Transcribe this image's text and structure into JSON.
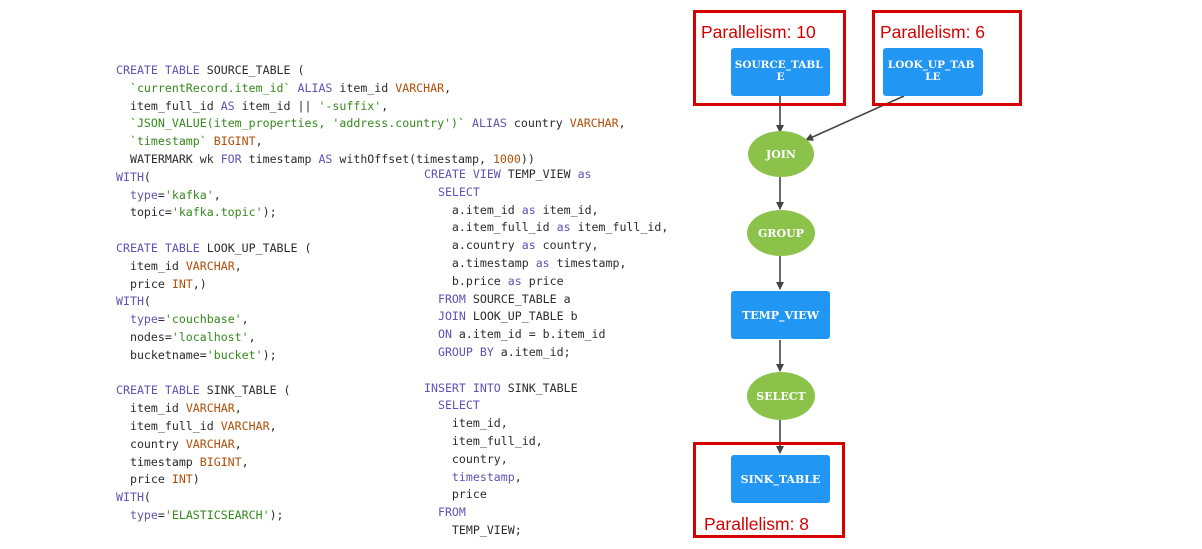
{
  "colors": {
    "keyword": "#5c52b8",
    "type": "#b24d08",
    "string": "#35891c",
    "number": "#b24d08",
    "plain": "#2b2b2b",
    "table_node": "#2196f3",
    "op_node": "#8bc34a",
    "highlight_border": "#d50000",
    "edge": "#444444"
  },
  "code_left": [
    [
      [
        "kw",
        "CREATE TABLE "
      ],
      [
        "pl",
        "SOURCE_TABLE ("
      ]
    ],
    [
      [
        "pl",
        "  "
      ],
      [
        "st",
        "`currentRecord.item_id`"
      ],
      [
        "pl",
        " "
      ],
      [
        "kw",
        "ALIAS"
      ],
      [
        "pl",
        " item_id "
      ],
      [
        "ty",
        "VARCHAR"
      ],
      [
        "pl",
        ","
      ]
    ],
    [
      [
        "pl",
        "  item_full_id "
      ],
      [
        "kw",
        "AS"
      ],
      [
        "pl",
        " item_id || "
      ],
      [
        "st",
        "'-suffix'"
      ],
      [
        "pl",
        ","
      ]
    ],
    [
      [
        "pl",
        "  "
      ],
      [
        "st",
        "`JSON_VALUE(item_properties, 'address.country')`"
      ],
      [
        "pl",
        " "
      ],
      [
        "kw",
        "ALIAS"
      ],
      [
        "pl",
        " country "
      ],
      [
        "ty",
        "VARCHAR"
      ],
      [
        "pl",
        ","
      ]
    ],
    [
      [
        "pl",
        "  "
      ],
      [
        "st",
        "`timestamp`"
      ],
      [
        "pl",
        " "
      ],
      [
        "ty",
        "BIGINT"
      ],
      [
        "pl",
        ","
      ]
    ],
    [
      [
        "pl",
        "  WATERMARK wk "
      ],
      [
        "kw",
        "FOR"
      ],
      [
        "pl",
        " timestamp "
      ],
      [
        "kw",
        "AS"
      ],
      [
        "pl",
        " withOffset(timestamp, "
      ],
      [
        "nm",
        "1000"
      ],
      [
        "pl",
        "))"
      ]
    ],
    [
      [
        "kw",
        "WITH"
      ],
      [
        "pl",
        "("
      ]
    ],
    [
      [
        "pl",
        "  "
      ],
      [
        "kw",
        "type"
      ],
      [
        "pl",
        "="
      ],
      [
        "st",
        "'kafka'"
      ],
      [
        "pl",
        ","
      ]
    ],
    [
      [
        "pl",
        "  topic="
      ],
      [
        "st",
        "'kafka.topic'"
      ],
      [
        "pl",
        ");"
      ]
    ],
    [],
    [
      [
        "kw",
        "CREATE TABLE "
      ],
      [
        "pl",
        "LOOK_UP_TABLE ("
      ]
    ],
    [
      [
        "pl",
        "  item_id "
      ],
      [
        "ty",
        "VARCHAR"
      ],
      [
        "pl",
        ","
      ]
    ],
    [
      [
        "pl",
        "  price "
      ],
      [
        "ty",
        "INT"
      ],
      [
        "pl",
        ",)"
      ]
    ],
    [
      [
        "kw",
        "WITH"
      ],
      [
        "pl",
        "("
      ]
    ],
    [
      [
        "pl",
        "  "
      ],
      [
        "kw",
        "type"
      ],
      [
        "pl",
        "="
      ],
      [
        "st",
        "'couchbase'"
      ],
      [
        "pl",
        ","
      ]
    ],
    [
      [
        "pl",
        "  nodes="
      ],
      [
        "st",
        "'localhost'"
      ],
      [
        "pl",
        ","
      ]
    ],
    [
      [
        "pl",
        "  bucketname="
      ],
      [
        "st",
        "'bucket'"
      ],
      [
        "pl",
        ");"
      ]
    ],
    [],
    [
      [
        "kw",
        "CREATE TABLE "
      ],
      [
        "pl",
        "SINK_TABLE ("
      ]
    ],
    [
      [
        "pl",
        "  item_id "
      ],
      [
        "ty",
        "VARCHAR"
      ],
      [
        "pl",
        ","
      ]
    ],
    [
      [
        "pl",
        "  item_full_id "
      ],
      [
        "ty",
        "VARCHAR"
      ],
      [
        "pl",
        ","
      ]
    ],
    [
      [
        "pl",
        "  country "
      ],
      [
        "ty",
        "VARCHAR"
      ],
      [
        "pl",
        ","
      ]
    ],
    [
      [
        "pl",
        "  timestamp "
      ],
      [
        "ty",
        "BIGINT"
      ],
      [
        "pl",
        ","
      ]
    ],
    [
      [
        "pl",
        "  price "
      ],
      [
        "ty",
        "INT"
      ],
      [
        "pl",
        ")"
      ]
    ],
    [
      [
        "kw",
        "WITH"
      ],
      [
        "pl",
        "("
      ]
    ],
    [
      [
        "pl",
        "  "
      ],
      [
        "kw",
        "type"
      ],
      [
        "pl",
        "="
      ],
      [
        "st",
        "'ELASTICSEARCH'"
      ],
      [
        "pl",
        ");"
      ]
    ]
  ],
  "code_right": [
    [
      [
        "kw",
        "CREATE VIEW "
      ],
      [
        "pl",
        "TEMP_VIEW "
      ],
      [
        "kw",
        "as"
      ]
    ],
    [
      [
        "pl",
        "  "
      ],
      [
        "kw",
        "SELECT"
      ]
    ],
    [
      [
        "pl",
        "    a.item_id "
      ],
      [
        "kw",
        "as"
      ],
      [
        "pl",
        " item_id,"
      ]
    ],
    [
      [
        "pl",
        "    a.item_full_id "
      ],
      [
        "kw",
        "as"
      ],
      [
        "pl",
        " item_full_id,"
      ]
    ],
    [
      [
        "pl",
        "    a.country "
      ],
      [
        "kw",
        "as"
      ],
      [
        "pl",
        " country,"
      ]
    ],
    [
      [
        "pl",
        "    a.timestamp "
      ],
      [
        "kw",
        "as"
      ],
      [
        "pl",
        " timestamp,"
      ]
    ],
    [
      [
        "pl",
        "    b.price "
      ],
      [
        "kw",
        "as"
      ],
      [
        "pl",
        " price"
      ]
    ],
    [
      [
        "pl",
        "  "
      ],
      [
        "kw",
        "FROM"
      ],
      [
        "pl",
        " SOURCE_TABLE a"
      ]
    ],
    [
      [
        "pl",
        "  "
      ],
      [
        "kw",
        "JOIN"
      ],
      [
        "pl",
        " LOOK_UP_TABLE b"
      ]
    ],
    [
      [
        "pl",
        "  "
      ],
      [
        "kw",
        "ON"
      ],
      [
        "pl",
        " a.item_id = b.item_id"
      ]
    ],
    [
      [
        "pl",
        "  "
      ],
      [
        "kw",
        "GROUP BY"
      ],
      [
        "pl",
        " a.item_id;"
      ]
    ],
    [],
    [
      [
        "kw",
        "INSERT INTO "
      ],
      [
        "pl",
        "SINK_TABLE"
      ]
    ],
    [
      [
        "pl",
        "  "
      ],
      [
        "kw",
        "SELECT"
      ]
    ],
    [
      [
        "pl",
        "    item_id,"
      ]
    ],
    [
      [
        "pl",
        "    item_full_id,"
      ]
    ],
    [
      [
        "pl",
        "    country,"
      ]
    ],
    [
      [
        "pl",
        "    "
      ],
      [
        "kw",
        "timestamp"
      ],
      [
        "pl",
        ","
      ]
    ],
    [
      [
        "pl",
        "    price"
      ]
    ],
    [
      [
        "pl",
        "  "
      ],
      [
        "kw",
        "FROM"
      ]
    ],
    [
      [
        "pl",
        "    TEMP_VIEW;"
      ]
    ]
  ],
  "diagram": {
    "nodes": {
      "source_table": [
        "SOURCE_TABL",
        "E"
      ],
      "look_up_table": [
        "LOOK_UP_TAB",
        "LE"
      ],
      "join": "JOIN",
      "group": "GROUP",
      "temp_view": "TEMP_VIEW",
      "select": "SELECT",
      "sink_table": "SINK_TABLE"
    },
    "parallelism": {
      "source": "Parallelism: 10",
      "lookup": "Parallelism: 6",
      "sink": "Parallelism: 8"
    }
  }
}
